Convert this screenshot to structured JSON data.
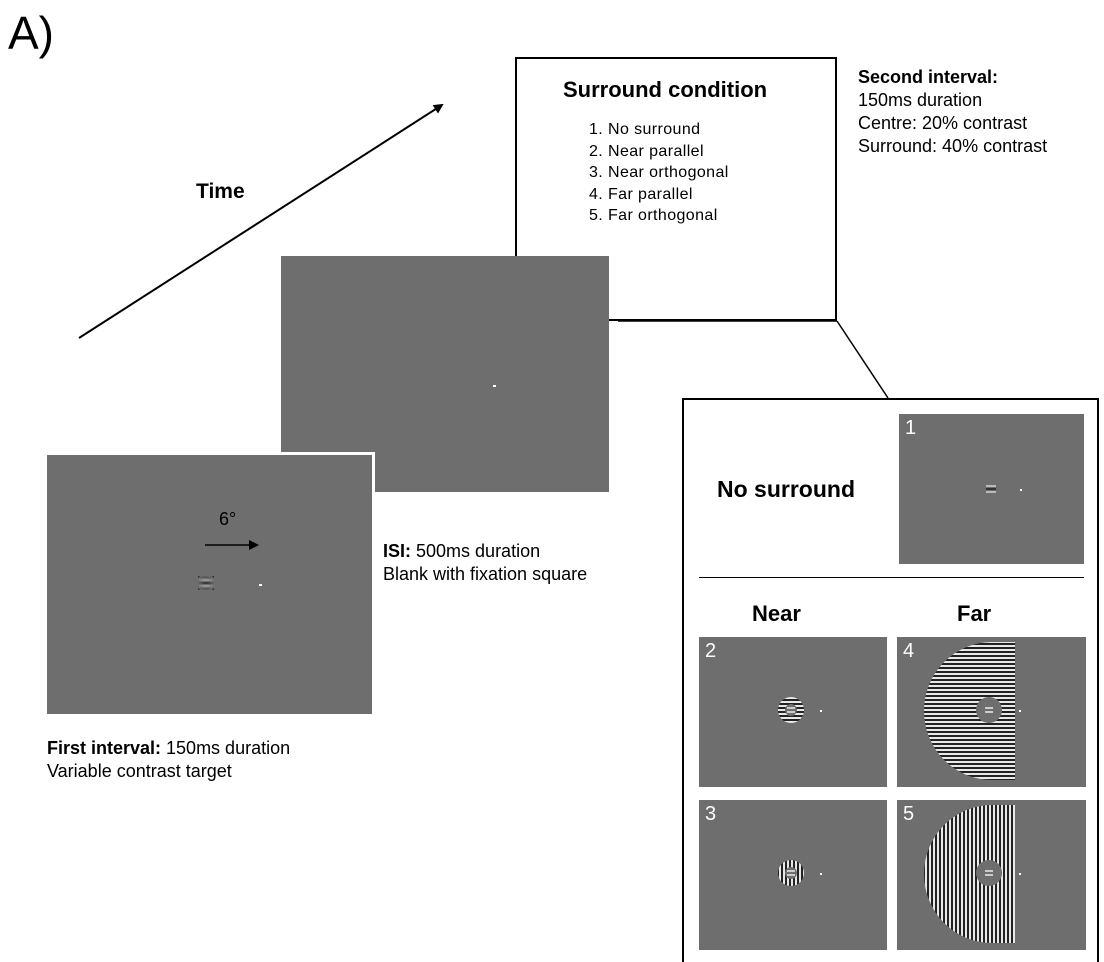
{
  "panel_letter": "A)",
  "time_label": "Time",
  "surround_condition": {
    "title": "Surround condition",
    "items": [
      "1. No surround",
      "2. Near parallel",
      "3. Near orthogonal",
      "4. Far parallel",
      "5. Far orthogonal"
    ]
  },
  "second_interval": {
    "heading": "Second interval:",
    "lines": [
      "150ms duration",
      "Centre: 20% contrast",
      "Surround: 40% contrast"
    ]
  },
  "isi": {
    "heading": "ISI:",
    "detail": " 500ms duration",
    "line2": "Blank with fixation square"
  },
  "first_interval": {
    "heading": "First interval:",
    "detail": " 150ms duration",
    "line2": "Variable contrast target",
    "eccentricity_label": "6°"
  },
  "examples": {
    "no_surround_label": "No surround",
    "near_label": "Near",
    "far_label": "Far",
    "thumb_numbers": [
      "1",
      "2",
      "3",
      "4",
      "5"
    ]
  },
  "colors": {
    "screen_gray": "#6e6e6e",
    "fixation": "#ffffff"
  }
}
